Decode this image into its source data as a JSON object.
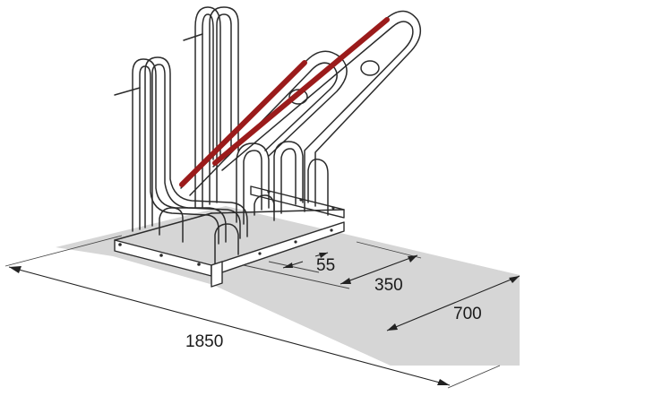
{
  "dimensions": {
    "overall_length": "1850",
    "depth": "700",
    "spacing": "350",
    "gap": "55"
  },
  "colors": {
    "ground": "#d6d6d6",
    "stripe_red": "#9b1b1b",
    "tube_fill": "#ffffff",
    "line": "#2b2b2b"
  }
}
